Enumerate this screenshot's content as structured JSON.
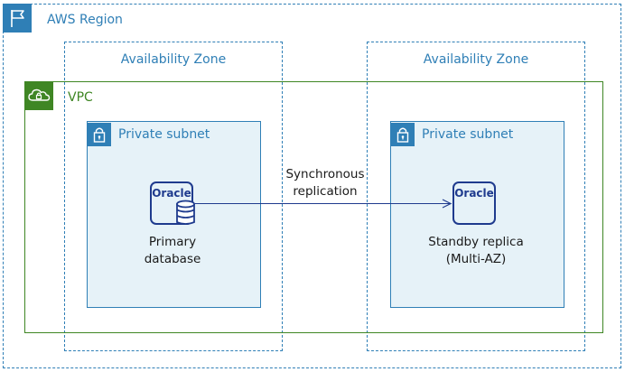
{
  "region": {
    "label": "AWS Region",
    "icon": "flag-icon",
    "color": "#2f7fb6"
  },
  "availability_zones": [
    {
      "label": "Availability Zone"
    },
    {
      "label": "Availability Zone"
    }
  ],
  "vpc": {
    "label": "VPC",
    "icon": "cloud-lock-icon",
    "color": "#3f8624"
  },
  "subnets": [
    {
      "label": "Private subnet",
      "icon": "lock-icon",
      "fill": "#e6f2f8"
    },
    {
      "label": "Private subnet",
      "icon": "lock-icon",
      "fill": "#e6f2f8"
    }
  ],
  "databases": {
    "primary": {
      "logo_text": "Oracle",
      "caption_line1": "Primary",
      "caption_line2": "database",
      "icon": "oracle-database-icon"
    },
    "standby": {
      "logo_text": "Oracle",
      "caption_line1": "Standby replica",
      "caption_line2": "(Multi-AZ)",
      "icon": "oracle-icon"
    }
  },
  "replication": {
    "line1": "Synchronous",
    "line2": "replication"
  },
  "colors": {
    "db_icon": "#1f3b8e",
    "arrow": "#1f3b8e",
    "text": "#1a1a1a"
  }
}
